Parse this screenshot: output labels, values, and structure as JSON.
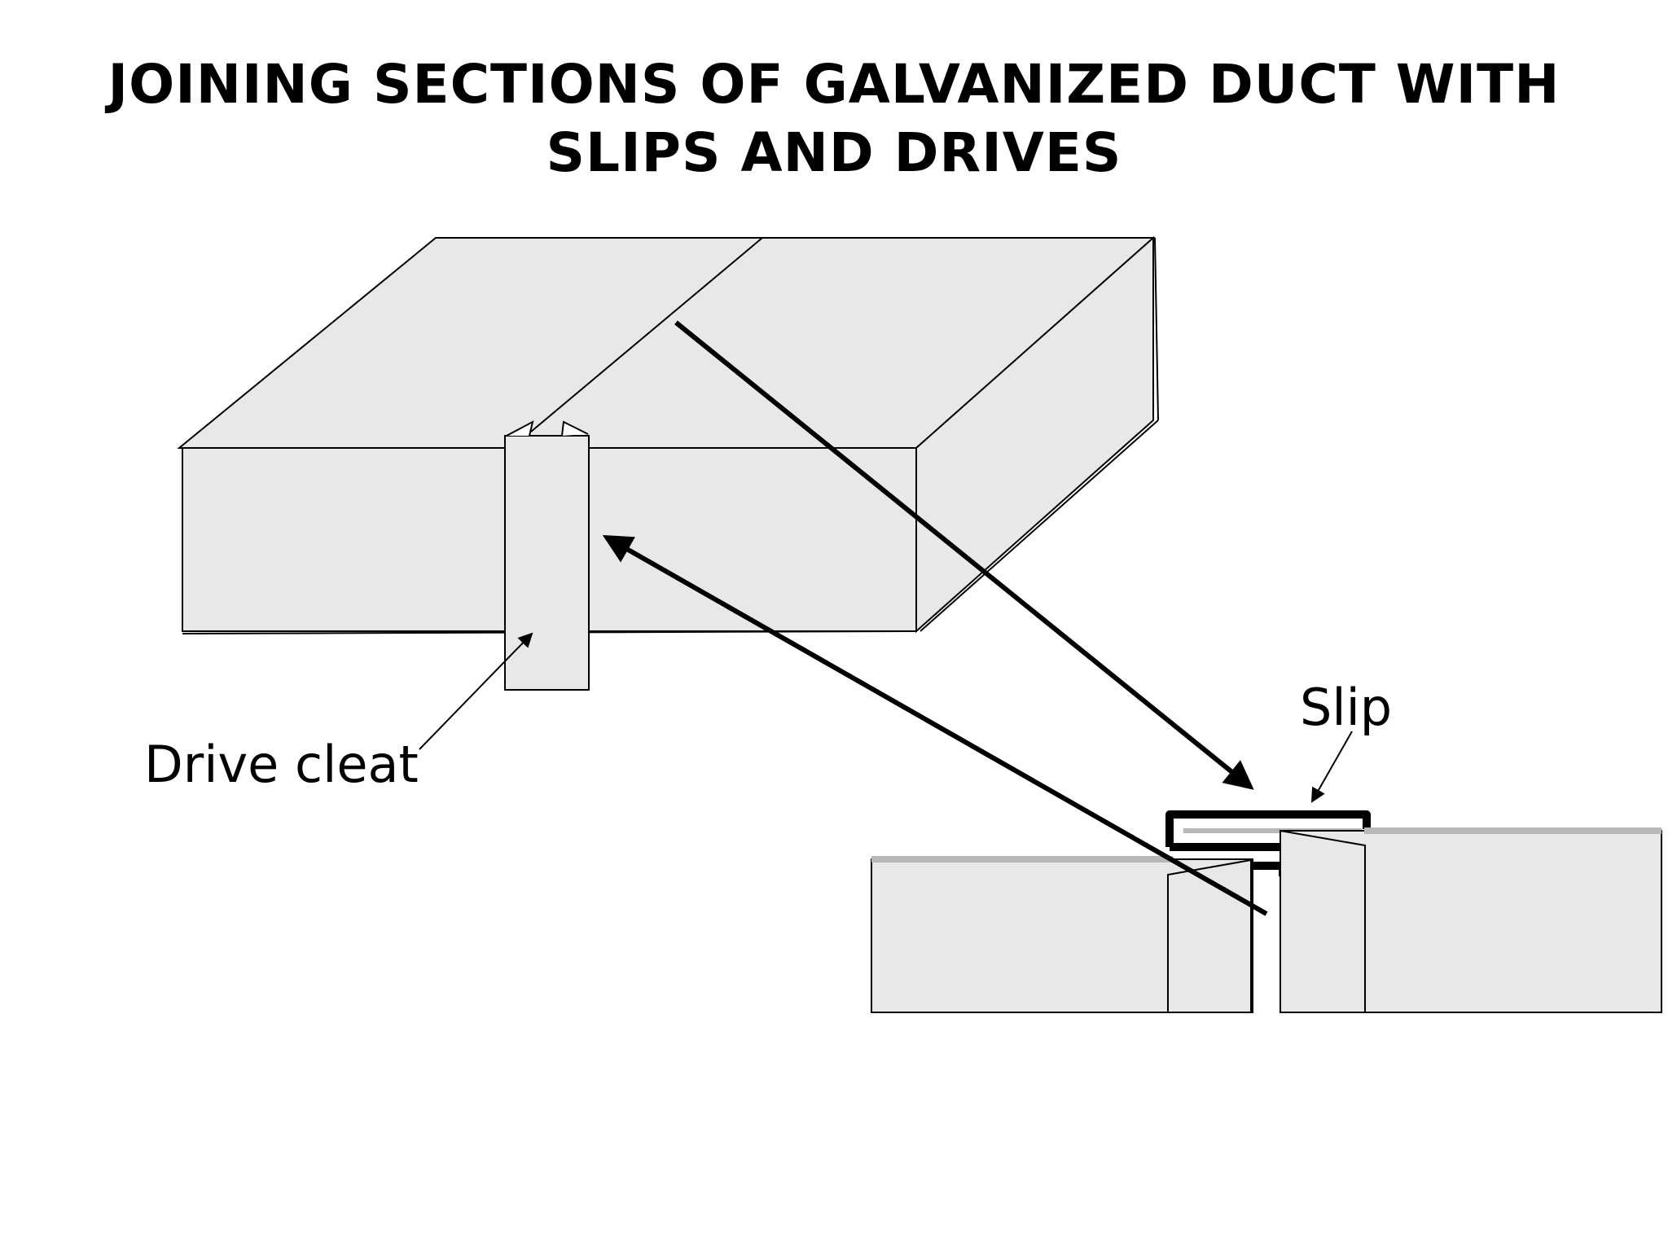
{
  "title": {
    "line1": "JOINING SECTIONS OF GALVANIZED DUCT WITH",
    "line2": "SLIPS AND DRIVES"
  },
  "labels": {
    "drive_cleat": "Drive cleat",
    "slip": "Slip"
  },
  "colors": {
    "duct_fill": "#e8e8e8",
    "outline": "#000000",
    "seam_highlight": "#b8b8b8",
    "background": "#ffffff"
  }
}
